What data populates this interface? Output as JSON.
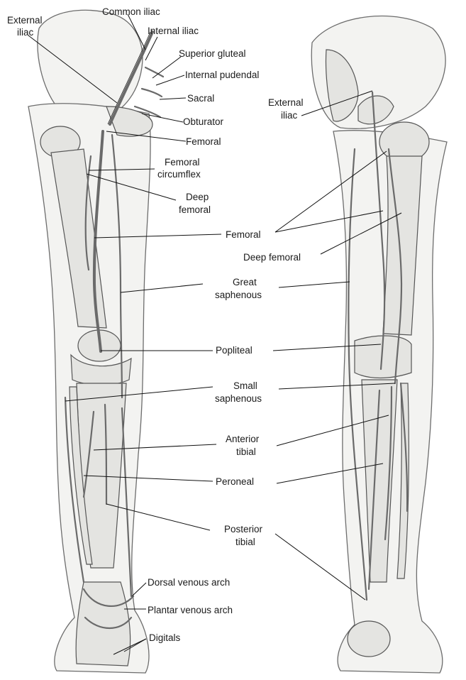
{
  "labels": {
    "external_iliac_left": [
      "External",
      "iliac"
    ],
    "common_iliac": "Common iliac",
    "internal_iliac": "Internal iliac",
    "superior_gluteal": "Superior gluteal",
    "internal_pudendal": "Internal pudendal",
    "sacral": "Sacral",
    "obturator": "Obturator",
    "femoral_top": "Femoral",
    "femoral_circumflex": [
      "Femoral",
      "circumflex"
    ],
    "deep_femoral_left": [
      "Deep",
      "femoral"
    ],
    "external_iliac_right": [
      "External",
      "iliac"
    ],
    "femoral_mid": "Femoral",
    "deep_femoral_right": "Deep femoral",
    "great_saphenous": [
      "Great",
      "saphenous"
    ],
    "popliteal": "Popliteal",
    "small_saphenous": [
      "Small",
      "saphenous"
    ],
    "anterior_tibial": [
      "Anterior",
      "tibial"
    ],
    "peroneal": "Peroneal",
    "posterior_tibial": [
      "Posterior",
      "tibial"
    ],
    "dorsal_venous_arch": "Dorsal venous arch",
    "plantar_venous_arch": "Plantar venous arch",
    "digitals": "Digitals"
  }
}
